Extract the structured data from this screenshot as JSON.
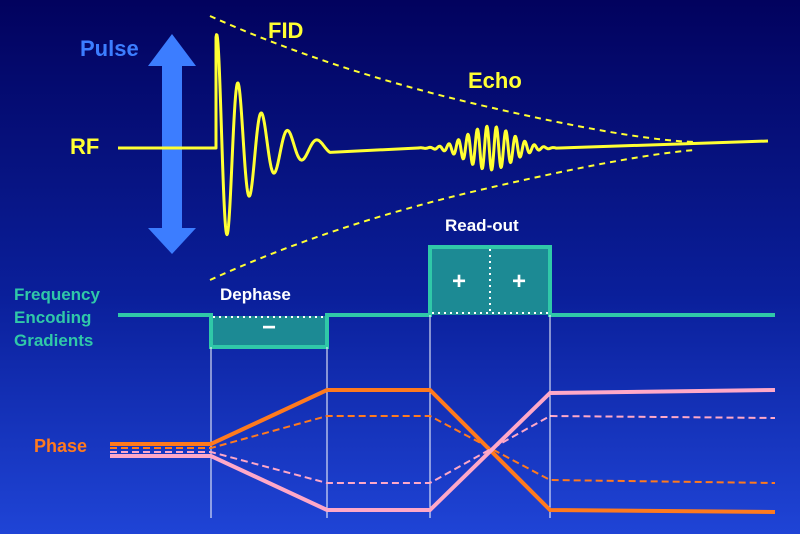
{
  "labels": {
    "pulse": "Pulse",
    "fid": "FID",
    "echo": "Echo",
    "rf": "RF",
    "readout": "Read-out",
    "dephase": "Dephase",
    "freq_line1": "Frequency",
    "freq_line2": "Encoding",
    "freq_line3": "Gradients",
    "phase": "Phase",
    "minus": "−",
    "plus": "+"
  },
  "colors": {
    "background_top": "#02025e",
    "background_bottom": "#1f44d6",
    "rf_signal": "#ffff33",
    "pulse_arrow": "#3c7dff",
    "gradient": "#30c8a8",
    "phase_orange": "#ff7a1e",
    "phase_pink": "#ffa8c8"
  }
}
